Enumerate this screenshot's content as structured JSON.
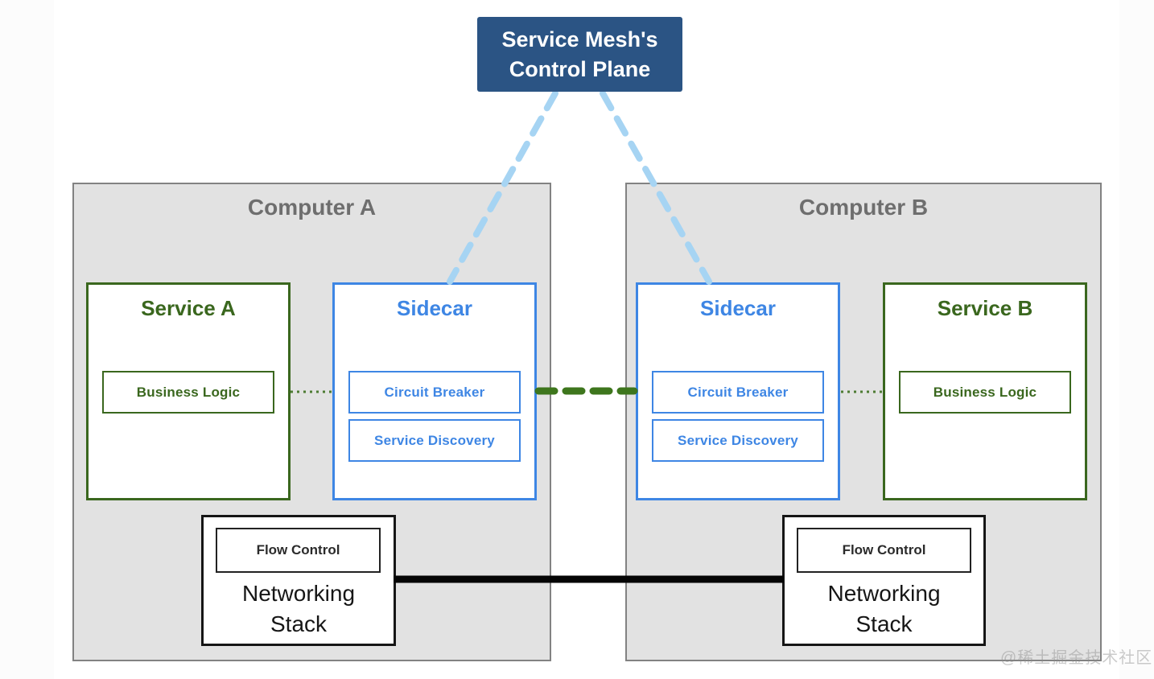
{
  "diagram": {
    "control_plane": {
      "line1": "Service Mesh's",
      "line2": "Control Plane"
    },
    "computers": [
      {
        "name": "Computer A",
        "service": {
          "title": "Service A",
          "component": "Business Logic"
        },
        "sidecar": {
          "title": "Sidecar",
          "component1": "Circuit Breaker",
          "component2": "Service Discovery"
        },
        "networking": {
          "flow_control": "Flow Control",
          "line1": "Networking",
          "line2": "Stack"
        }
      },
      {
        "name": "Computer B",
        "service": {
          "title": "Service B",
          "component": "Business Logic"
        },
        "sidecar": {
          "title": "Sidecar",
          "component1": "Circuit Breaker",
          "component2": "Service Discovery"
        },
        "networking": {
          "flow_control": "Flow Control",
          "line1": "Networking",
          "line2": "Stack"
        }
      }
    ],
    "connectors": {
      "control_plane_to_sidecars": {
        "style": "dashed",
        "color": "#a6d4f3"
      },
      "service_to_sidecar": {
        "style": "dotted",
        "color": "#4e7c33"
      },
      "sidecar_to_sidecar": {
        "style": "dashed-thick",
        "color": "#3e761d"
      },
      "networking_to_networking": {
        "style": "solid-thick",
        "color": "#050505"
      }
    },
    "watermark": "@稀土掘金技术社区"
  },
  "colors": {
    "page-bg": "#ffffff",
    "edge-strip": "#fcfcfc",
    "navy": "#2b5484",
    "blue": "#3e86e4",
    "light-blue": "#a6d4f3",
    "green": "#3a671e",
    "green-dash": "#3e761d",
    "green-dot": "#4e7c33",
    "gray-fill": "#e2e2e2",
    "gray-border": "#828282",
    "gray-text": "#6e6e6e",
    "dark": "#161616",
    "black-line": "#050505",
    "watermark-color": "rgba(140,140,140,0.45)"
  }
}
